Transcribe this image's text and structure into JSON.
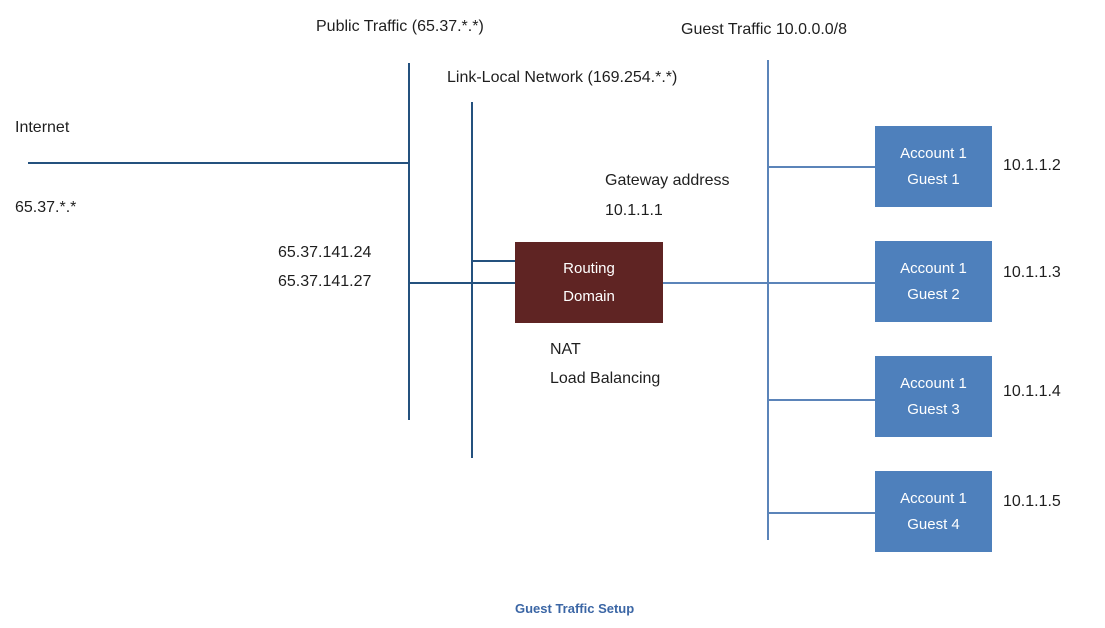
{
  "colors": {
    "dark_line": "#24517E",
    "blue_line": "#5B84B9",
    "guest_box_fill": "#4E80BC",
    "routing_box_fill": "#5F2423",
    "box_text": "#FFFFFF",
    "label_text": "#1F1F1F",
    "caption_text": "#3B66A5"
  },
  "top_labels": {
    "public_traffic": "Public Traffic (65.37.*.*)",
    "guest_traffic": "Guest Traffic 10.0.0.0/8",
    "link_local": "Link-Local Network (169.254.*.*)"
  },
  "left_labels": {
    "internet": "Internet",
    "internet_ip": "65.37.*.*",
    "nat_ips": [
      "65.37.141.24",
      "65.37.141.27"
    ]
  },
  "gateway": {
    "line1": "Gateway address",
    "line2": "10.1.1.1"
  },
  "routing_domain": {
    "line1": "Routing",
    "line2": "Domain",
    "services": [
      "NAT",
      "Load Balancing"
    ]
  },
  "guests": [
    {
      "account": "Account 1",
      "guest": "Guest 1",
      "ip": "10.1.1.2"
    },
    {
      "account": "Account 1",
      "guest": "Guest 2",
      "ip": "10.1.1.3"
    },
    {
      "account": "Account 1",
      "guest": "Guest 3",
      "ip": "10.1.1.4"
    },
    {
      "account": "Account 1",
      "guest": "Guest 4",
      "ip": "10.1.1.5"
    }
  ],
  "caption": "Guest Traffic Setup"
}
